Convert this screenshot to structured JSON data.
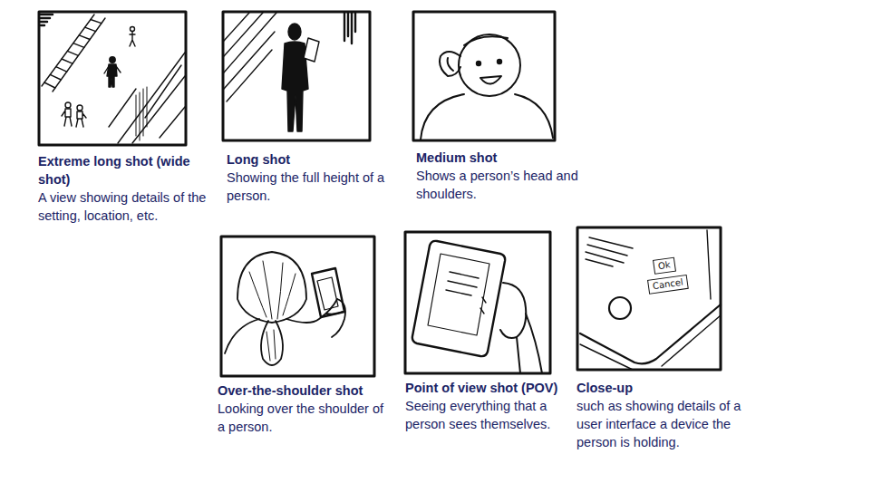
{
  "diagram": {
    "nodes": [
      {
        "text": [
          "Extreme long shot (wide shot)",
          "A view showing details of the setting, location, etc."
        ]
      },
      {
        "text": [
          "Long shot",
          "Showing the full height of a person."
        ]
      },
      {
        "text": [
          "Medium shot",
          "Shows a person’s head and shoulders."
        ]
      },
      {
        "text": [
          "Over-the-shoulder shot",
          "Looking over the shoulder of a person."
        ]
      },
      {
        "text": [
          "Point of view shot (POV)",
          "Seeing everything that a person sees themselves."
        ]
      },
      {
        "text": [
          "Close-up",
          "such as showing details of a user interface a device the person is holding."
        ]
      }
    ],
    "labels": [
      "Ok",
      "Cancel"
    ]
  }
}
